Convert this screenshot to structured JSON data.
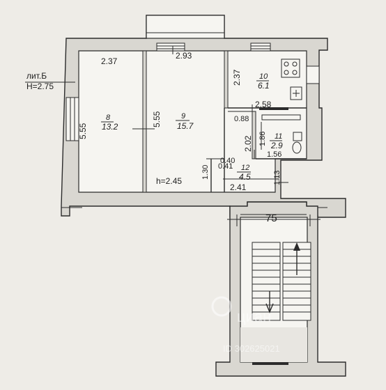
{
  "building": {
    "liter_label": "лит.Б",
    "height_label": "H=2.75"
  },
  "rooms": [
    {
      "num": "8",
      "area": "13.2"
    },
    {
      "num": "9",
      "area": "15.7"
    },
    {
      "num": "10",
      "area": "6.1"
    },
    {
      "num": "11",
      "area": "2.9"
    },
    {
      "num": "12",
      "area": "4.5"
    }
  ],
  "dimensions": {
    "room8_width": "2.37",
    "room9_width": "2.93",
    "room8_length": "5.55",
    "room9_length": "5.55",
    "room10_length": "2.37",
    "room10_width": "2.58",
    "door_088": "0.88",
    "corridor_202": "2.02",
    "bath_186": "1.86",
    "bath_156": "1.56",
    "hall_040": "0.40",
    "hall_041": "0.41",
    "hall_130": "1.30",
    "hall_241": "2.41",
    "hall_113": "1.13",
    "hall_height": "h=2.45",
    "stair_75": "75"
  },
  "watermark": {
    "brand": "циан",
    "id_text": "ID 302625021"
  }
}
